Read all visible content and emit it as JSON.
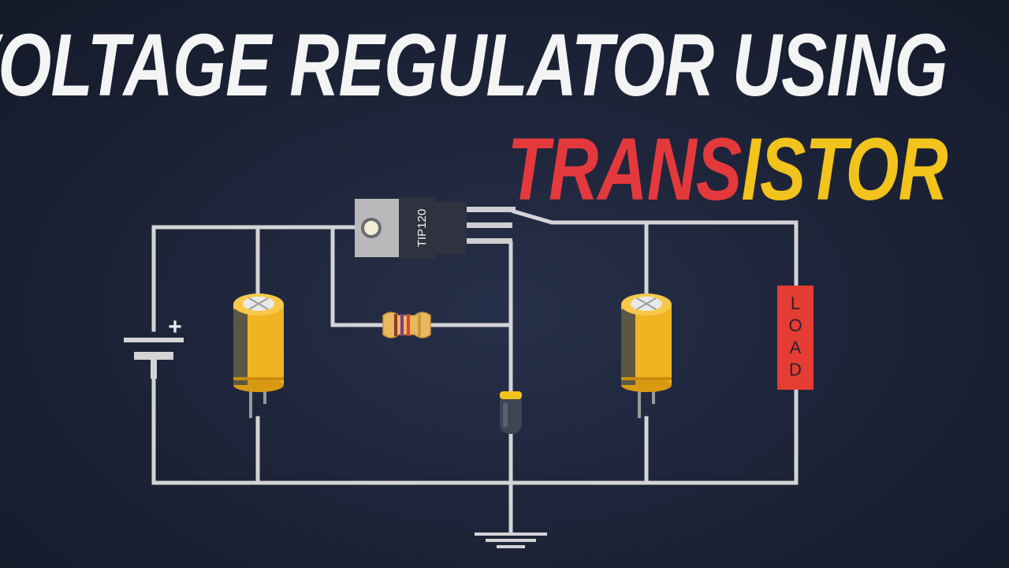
{
  "title": {
    "line1": "VOLTAGE REGULATOR USING",
    "line2_part1": "TRANS",
    "line2_part2": "ISTOR"
  },
  "components": {
    "transistor_label": "TIP120",
    "load_label": [
      "L",
      "O",
      "A",
      "D"
    ],
    "battery_polarity": "+"
  },
  "colors": {
    "background": "#1e253a",
    "wire": "#d4d4d6",
    "title_white": "#f4f4f4",
    "title_red": "#e4393c",
    "title_yellow": "#f2c31c",
    "capacitor": "#f0b423",
    "load": "#e53d33"
  }
}
